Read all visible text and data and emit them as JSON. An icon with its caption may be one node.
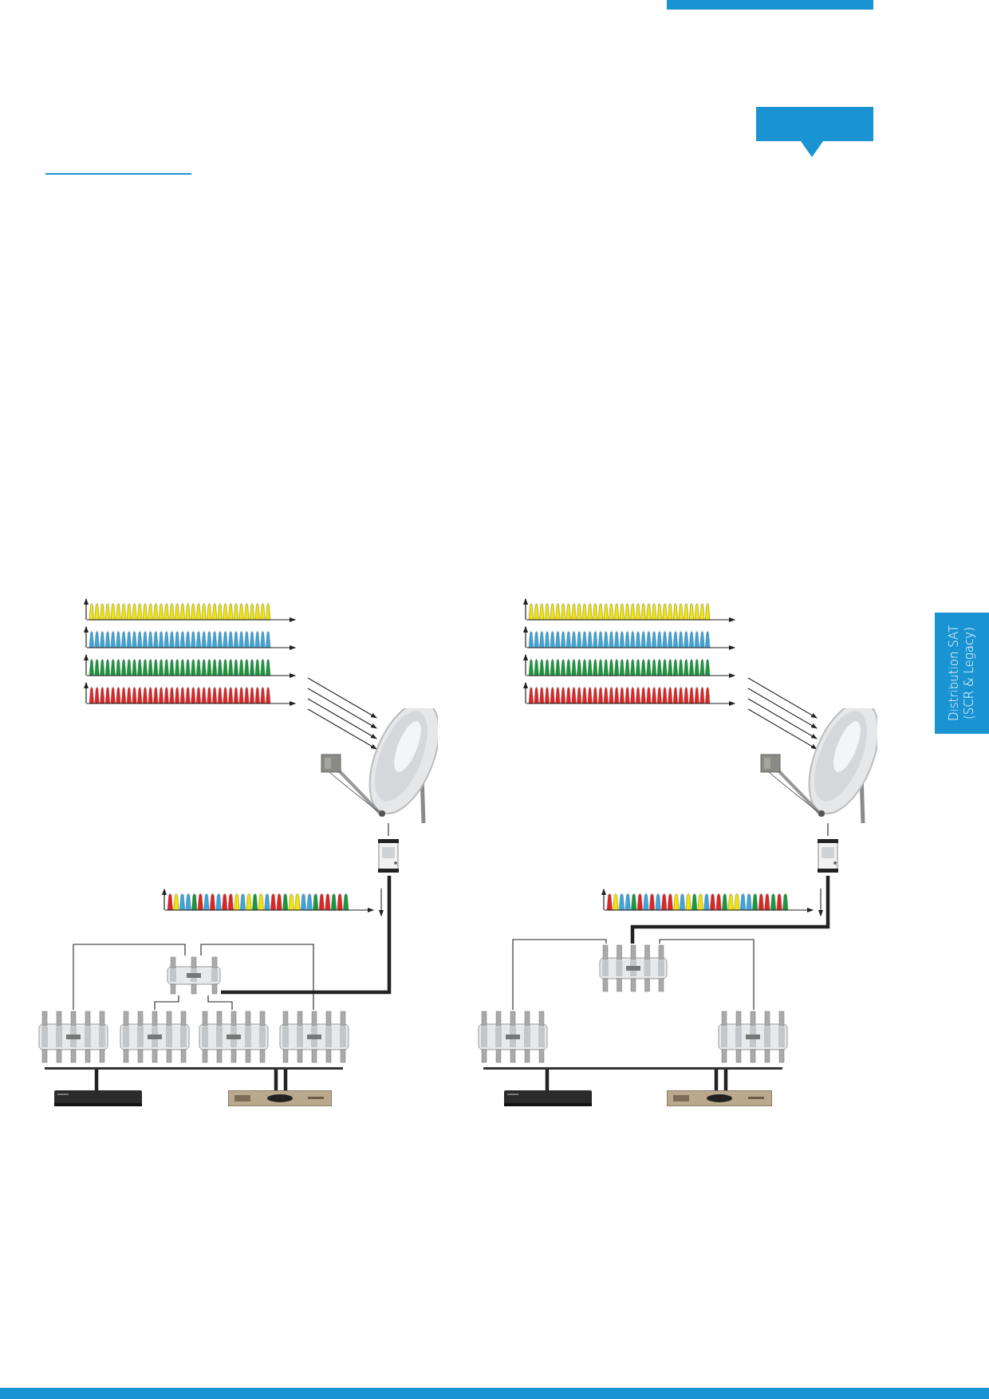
{
  "diagram": {
    "nodes": [
      {
        "text": [],
        "shape": "picture"
      },
      {
        "text": [],
        "shape": "picture"
      },
      {
        "text": [],
        "shape": "picture"
      },
      {
        "text": [],
        "shape": "picture"
      },
      {
        "text": [],
        "shape": "picture"
      },
      {
        "text": [],
        "shape": "picture"
      },
      {
        "text": [],
        "shape": "picture"
      },
      {
        "text": [],
        "shape": "bar"
      },
      {
        "text": [],
        "shape": "picture"
      },
      {
        "text": [],
        "shape": "picture"
      },
      {
        "text": [],
        "shape": "picture"
      },
      {
        "text": [],
        "shape": "picture"
      },
      {
        "text": [],
        "shape": "picture"
      },
      {
        "text": [],
        "shape": "picture"
      },
      {
        "text": [],
        "shape": "picture"
      },
      {
        "text": [],
        "shape": "bar"
      },
      {
        "text": [],
        "shape": "picture"
      },
      {
        "text": [],
        "shape": "picture"
      },
      {
        "text": [
          "Distribution SAT (SCR & Legacy)"
        ]
      },
      {
        "text": [],
        "shape": "box"
      }
    ],
    "edges": [
      {
        "from": 0,
        "to": 1,
        "arrow": "none"
      },
      {
        "from": 1,
        "to": 2,
        "arrow": "none",
        "style": "thick"
      },
      {
        "from": 2,
        "to": 3,
        "arrow": "none"
      },
      {
        "from": 2,
        "to": 4,
        "arrow": "none"
      },
      {
        "from": 2,
        "to": 5,
        "arrow": "none"
      },
      {
        "from": 2,
        "to": 6,
        "arrow": "none"
      },
      {
        "from": 7,
        "to": 8,
        "arrow": "none",
        "style": "thick"
      },
      {
        "from": 7,
        "to": 9,
        "arrow": "none",
        "style": "thick"
      },
      {
        "from": 7,
        "to": 9,
        "arrow": "none",
        "style": "thick"
      },
      {
        "from": 10,
        "to": 11,
        "arrow": "none"
      },
      {
        "from": 11,
        "to": 12,
        "arrow": "none",
        "style": "thick"
      },
      {
        "from": 12,
        "to": 13,
        "arrow": "none"
      },
      {
        "from": 12,
        "to": 14,
        "arrow": "none"
      },
      {
        "from": 15,
        "to": 16,
        "arrow": "none",
        "style": "thick"
      },
      {
        "from": 15,
        "to": 17,
        "arrow": "none",
        "style": "thick"
      },
      {
        "from": 15,
        "to": 17,
        "arrow": "none",
        "style": "thick"
      }
    ]
  }
}
